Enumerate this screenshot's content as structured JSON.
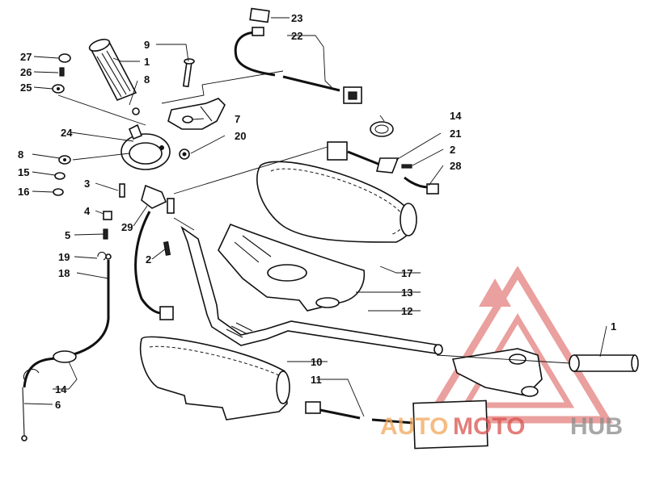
{
  "callouts": [
    {
      "id": "c23",
      "label": "23"
    },
    {
      "id": "c22",
      "label": "22"
    },
    {
      "id": "c9",
      "label": "9"
    },
    {
      "id": "c1a",
      "label": "1"
    },
    {
      "id": "c27",
      "label": "27"
    },
    {
      "id": "c26",
      "label": "26"
    },
    {
      "id": "c25",
      "label": "25"
    },
    {
      "id": "c8a",
      "label": "8"
    },
    {
      "id": "c7",
      "label": "7"
    },
    {
      "id": "c24",
      "label": "24"
    },
    {
      "id": "c20",
      "label": "20"
    },
    {
      "id": "c14a",
      "label": "14"
    },
    {
      "id": "c21",
      "label": "21"
    },
    {
      "id": "c2a",
      "label": "2"
    },
    {
      "id": "c28",
      "label": "28"
    },
    {
      "id": "c8b",
      "label": "8"
    },
    {
      "id": "c15",
      "label": "15"
    },
    {
      "id": "c16",
      "label": "16"
    },
    {
      "id": "c3",
      "label": "3"
    },
    {
      "id": "c4",
      "label": "4"
    },
    {
      "id": "c29",
      "label": "29"
    },
    {
      "id": "c5",
      "label": "5"
    },
    {
      "id": "c2b",
      "label": "2"
    },
    {
      "id": "c19",
      "label": "19"
    },
    {
      "id": "c18",
      "label": "18"
    },
    {
      "id": "c17",
      "label": "17"
    },
    {
      "id": "c13",
      "label": "13"
    },
    {
      "id": "c12",
      "label": "12"
    },
    {
      "id": "c1b",
      "label": "1"
    },
    {
      "id": "c10",
      "label": "10"
    },
    {
      "id": "c11",
      "label": "11"
    },
    {
      "id": "c14b",
      "label": "14"
    },
    {
      "id": "c6",
      "label": "6"
    }
  ],
  "watermark": {
    "part1": "AUTO",
    "part2": "MOTO",
    "part3": "HUB",
    "color_red": "#d9534f",
    "color_orange": "#f2a65a",
    "color_gray": "#8a8a8a"
  }
}
